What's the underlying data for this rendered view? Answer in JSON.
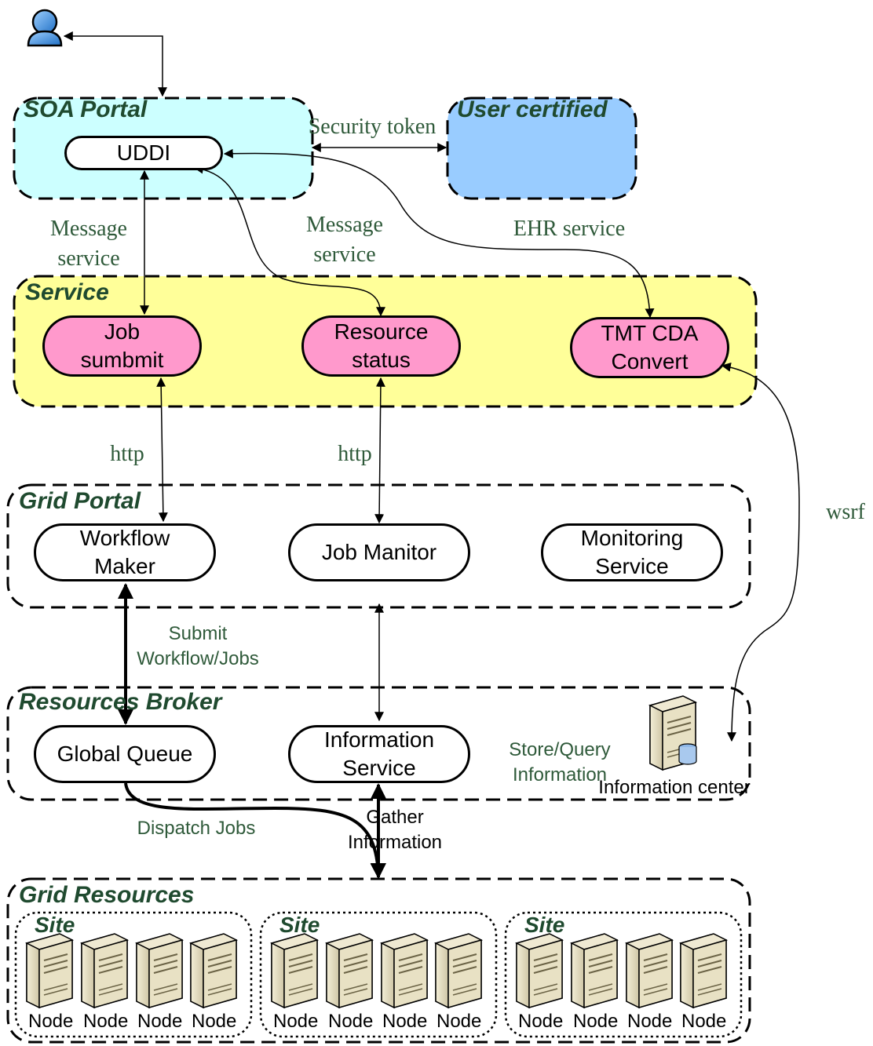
{
  "groups": {
    "soa_portal": "SOA Portal",
    "user_certified": "User certified",
    "service": "Service",
    "grid_portal": "Grid Portal",
    "resources_broker": "Resources Broker",
    "grid_resources": "Grid Resources"
  },
  "components": {
    "uddi": "UDDI",
    "job_submit": "Job\nsumbmit",
    "resource_status": "Resource\nstatus",
    "tmt_cda_convert": "TMT CDA\nConvert",
    "workflow_maker": "Workflow\nMaker",
    "job_monitor": "Job Manitor",
    "monitoring_service": "Monitoring\nService",
    "global_queue": "Global Queue",
    "information_service": "Information\nService",
    "information_center": "Information center"
  },
  "edge_labels": {
    "security_token": "Security token",
    "message_service_left": "Message\nservice",
    "message_service_right": "Message\nservice",
    "ehr_service": "EHR service",
    "http_left": "http",
    "http_right": "http",
    "wsrf": "wsrf",
    "submit_workflow": "Submit\nWorkflow/Jobs",
    "store_query": "Store/Query\nInformation",
    "dispatch_jobs": "Dispatch Jobs",
    "gather_information": "Gather\nInformation"
  },
  "sites": [
    {
      "title": "Site",
      "nodes": [
        "Node",
        "Node",
        "Node",
        "Node"
      ]
    },
    {
      "title": "Site",
      "nodes": [
        "Node",
        "Node",
        "Node",
        "Node"
      ]
    },
    {
      "title": "Site",
      "nodes": [
        "Node",
        "Node",
        "Node",
        "Node"
      ]
    }
  ],
  "colors": {
    "soa_portal_fill": "#ccffff",
    "user_certified_fill": "#99ccff",
    "service_fill": "#ffff99",
    "service_box_fill": "#ff99cc",
    "title_text": "#1f4a2f",
    "label_text": "#2f5a3a"
  },
  "icons": [
    "user-icon",
    "server-database-icon",
    "server-icon"
  ]
}
